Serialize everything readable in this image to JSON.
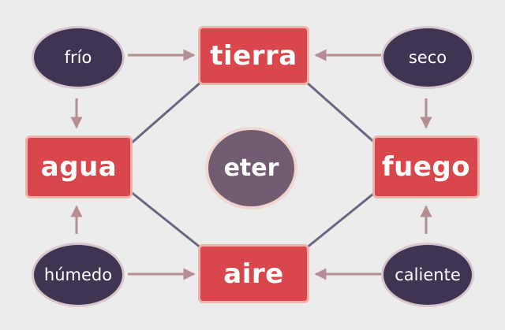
{
  "elements": {
    "tierra": "tierra",
    "agua": "agua",
    "fuego": "fuego",
    "aire": "aire",
    "eter": "eter"
  },
  "qualities": {
    "frio": "frío",
    "seco": "seco",
    "humedo": "húmedo",
    "caliente": "caliente"
  },
  "colors": {
    "element_fill": "#d9474c",
    "element_border": "#f0b3aa",
    "quality_fill": "#3f3552",
    "quality_border": "#d9c5cc",
    "ether_fill": "#715c72",
    "connector": "#6a6680",
    "arrow": "#b58e93"
  }
}
